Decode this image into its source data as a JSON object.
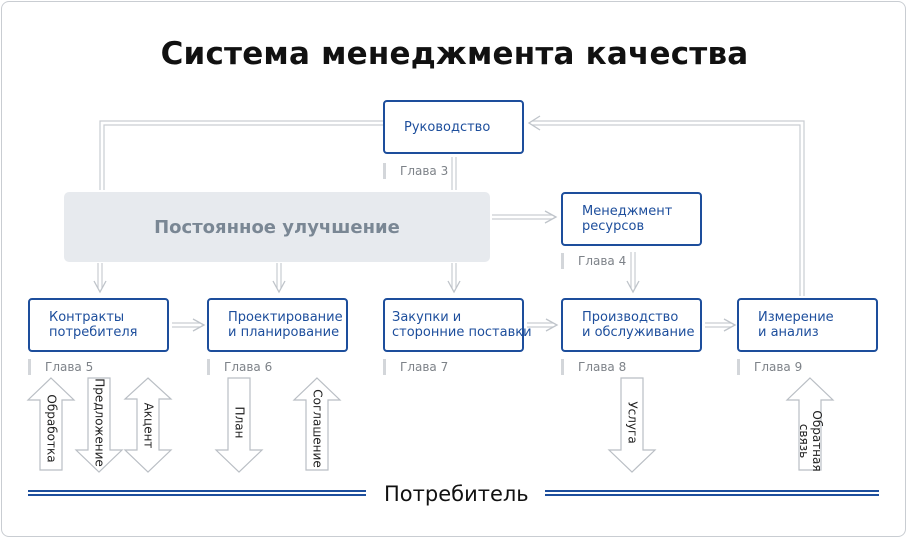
{
  "title": "Система менеджмента качества",
  "improvement": "Постоянное улучшение",
  "boxes": {
    "leadership": [
      "Руководство"
    ],
    "resources": [
      "Менеджмент",
      "ресурсов"
    ],
    "contracts": [
      "Контракты",
      "потребителя"
    ],
    "design": [
      "Проектирование",
      "и планирование"
    ],
    "purchasing": [
      "Закупки и",
      "сторонние поставки"
    ],
    "production": [
      "Производство",
      "и обслуживание"
    ],
    "measurement": [
      "Измерение",
      "и анализ"
    ]
  },
  "chapters": {
    "ch3": "Глава 3",
    "ch4": "Глава 4",
    "ch5": "Глава 5",
    "ch6": "Глава 6",
    "ch7": "Глава 7",
    "ch8": "Глава 8",
    "ch9": "Глава 9"
  },
  "arrows": {
    "processing": "Обработка",
    "proposal": "Предложение",
    "accent": "Акцент",
    "plan": "План",
    "agreement": "Соглашение",
    "service": "Услуга",
    "feedback": [
      "Обратная",
      "связь"
    ]
  },
  "consumer": "Потребитель",
  "colors": {
    "accent": "#1d4e9c",
    "connector": "#c9cdd2",
    "improvement_bg": "#e7eaee"
  }
}
